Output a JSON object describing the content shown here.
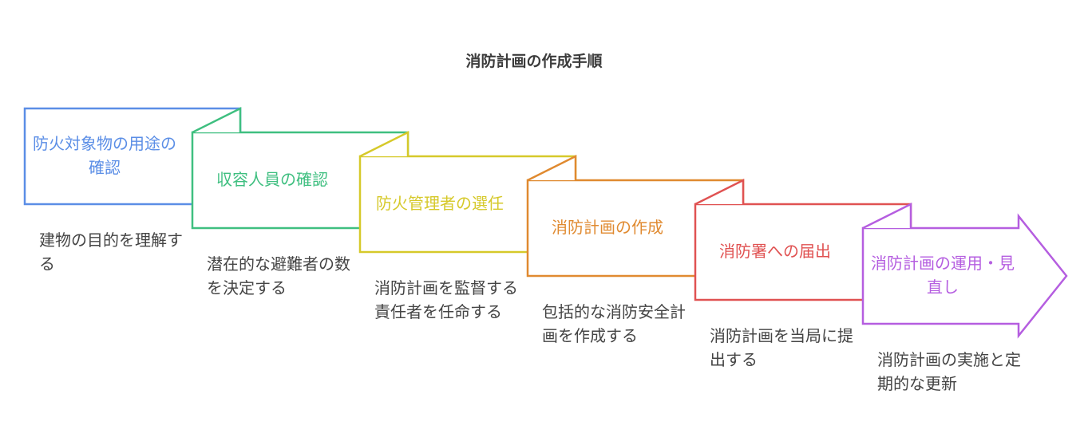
{
  "title": "消防計画の作成手順",
  "steps": [
    {
      "label": "防火対象物の用途の確認",
      "desc": "建物の目的を理解する",
      "color": "#5b8ee6"
    },
    {
      "label": "収容人員の確認",
      "desc": "潜在的な避難者の数を決定する",
      "color": "#3fbf80"
    },
    {
      "label": "防火管理者の選任",
      "desc": "消防計画を監督する責任者を任命する",
      "color": "#d6c92a"
    },
    {
      "label": "消防計画の作成",
      "desc": "包括的な消防安全計画を作成する",
      "color": "#e08a30"
    },
    {
      "label": "消防署への届出",
      "desc": "消防計画を当局に提出する",
      "color": "#e05252"
    },
    {
      "label": "消防計画の運用・見直し",
      "desc": "消防計画の実施と定期的な更新",
      "color": "#b55ee0"
    }
  ]
}
